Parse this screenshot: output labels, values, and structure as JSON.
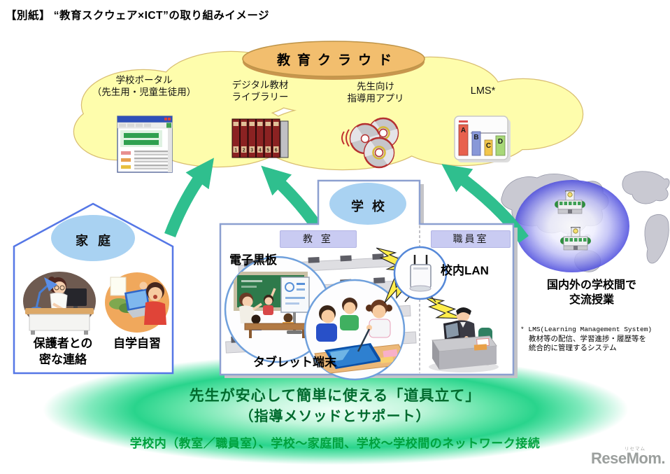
{
  "page": {
    "title": "【別紙】 “教育スクウェア×ICT”の取り組みイメージ"
  },
  "cloud": {
    "title": "教育クラウド",
    "items": [
      {
        "line1": "学校ポータル",
        "line2": "（先生用・児童生徒用）"
      },
      {
        "line1": "デジタル教材",
        "line2": "ライブラリー"
      },
      {
        "line1": "先生向け",
        "line2": "指導用アプリ"
      },
      {
        "line1": "LMS*",
        "line2": ""
      }
    ],
    "book_numbers": [
      "1",
      "2",
      "3",
      "4",
      "5",
      "6"
    ],
    "lms_bars": [
      {
        "label": "A",
        "color": "#E8614E"
      },
      {
        "label": "B",
        "color": "#8898D8"
      },
      {
        "label": "C",
        "color": "#F2C64B"
      },
      {
        "label": "D",
        "color": "#A8D878"
      }
    ]
  },
  "home": {
    "title": "家庭",
    "captions": [
      {
        "line1": "保護者との",
        "line2": "密な連絡"
      },
      {
        "line1": "自学自習",
        "line2": ""
      }
    ]
  },
  "school": {
    "title": "学校",
    "rooms": [
      {
        "name": "教 室"
      },
      {
        "name": "職員室"
      }
    ],
    "labels": {
      "whiteboard": "電子黒板",
      "tablet": "タブレット端末",
      "lan": "校内LAN"
    }
  },
  "world": {
    "caption_line1": "国内外の学校間で",
    "caption_line2": "交流授業"
  },
  "footnote": {
    "line1": "* LMS(Learning Management System)",
    "line2": "教材等の配信、学習進捗・履歴等を",
    "line3": "統合的に管理するシステム"
  },
  "foundation": {
    "line1": "先生が安心して簡単に使える「道具立て」",
    "line2": "（指導メソッドとサポート）",
    "network": "学校内（教室／職員室）、学校～家庭間、学校～学校間のネットワーク接続"
  },
  "logo": {
    "text": "ReseMom.",
    "ruby": "リセマム"
  },
  "colors": {
    "cloud_fill": "#FEFDAC",
    "cloud_border": "#D9BE72",
    "cloud_title_fill": "#F2BE6E",
    "label_ellipse_blue": "#A9D2F2",
    "room_label_lavender": "#C9CBF2",
    "arrow_green": "#2FBF8E",
    "house_border_blue": "#5577E6",
    "school_border_blue": "#8CA0D0",
    "map_ellipse_blue": "#4A4ADD",
    "foundation_green": "#29D48C",
    "foundation_text_green": "#006B2E",
    "network_text_green": "#00A23E",
    "logo_gray": "#9B9F9D"
  }
}
